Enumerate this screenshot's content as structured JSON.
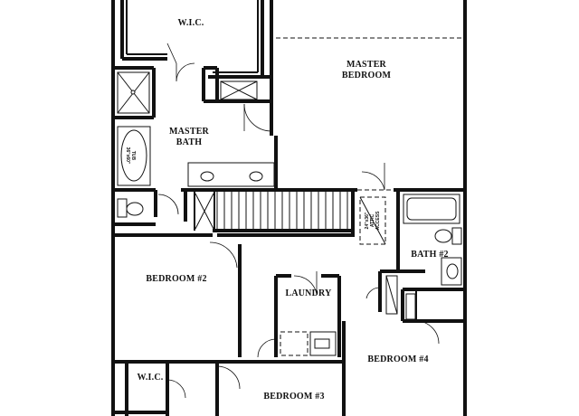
{
  "rooms": {
    "wic_top": "W.I.C.",
    "master_bedroom_line1": "MASTER",
    "master_bedroom_line2": "BEDROOM",
    "master_bath_line1": "MASTER",
    "master_bath_line2": "BATH",
    "bedroom2": "BEDROOM #2",
    "laundry": "LAUNDRY",
    "bath2": "BATH #2",
    "bedroom4": "BEDROOM #4",
    "wic_bottom": "W.I.C.",
    "bedroom3": "BEDROOM #3"
  },
  "fixtures": {
    "tub_line1": "TUB",
    "tub_line2": "36\"x60\"",
    "attic_line1": "24\"x36\"",
    "attic_line2": "ATTIC",
    "attic_line3": "ACCESS"
  },
  "colors": {
    "ink": "#111111",
    "paper": "#ffffff"
  }
}
